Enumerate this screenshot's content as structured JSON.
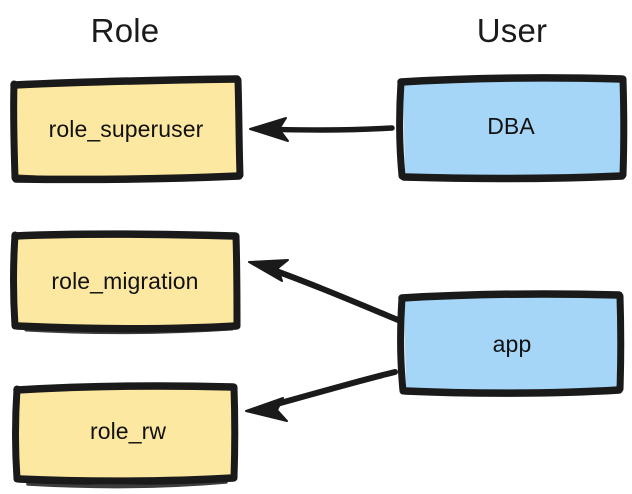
{
  "diagram": {
    "title_hidden": "",
    "background_color": "#ffffff",
    "style": "hand-drawn-sketch",
    "columns": [
      {
        "id": "role",
        "label": "Role"
      },
      {
        "id": "user",
        "label": "User"
      }
    ],
    "nodes": [
      {
        "id": "role_superuser",
        "label": "role_superuser",
        "group": "role",
        "fill_color": "#fce8a0",
        "stroke_color": "#1a1a1a"
      },
      {
        "id": "role_migration",
        "label": "role_migration",
        "group": "role",
        "fill_color": "#fce8a0",
        "stroke_color": "#1a1a1a"
      },
      {
        "id": "role_rw",
        "label": "role_rw",
        "group": "role",
        "fill_color": "#fce8a0",
        "stroke_color": "#1a1a1a"
      },
      {
        "id": "dba",
        "label": "DBA",
        "group": "user",
        "fill_color": "#a5d6f7",
        "stroke_color": "#1a1a1a"
      },
      {
        "id": "app",
        "label": "app",
        "group": "user",
        "fill_color": "#a5d6f7",
        "stroke_color": "#1a1a1a"
      }
    ],
    "edges": [
      {
        "id": "dba-to-role-superuser",
        "from": "dba",
        "to": "role_superuser",
        "label": "",
        "arrowhead": "to"
      },
      {
        "id": "app-to-role-migration",
        "from": "app",
        "to": "role_migration",
        "label": "",
        "arrowhead": "to"
      },
      {
        "id": "app-to-role-rw",
        "from": "app",
        "to": "role_rw",
        "label": "",
        "arrowhead": "to"
      }
    ]
  }
}
